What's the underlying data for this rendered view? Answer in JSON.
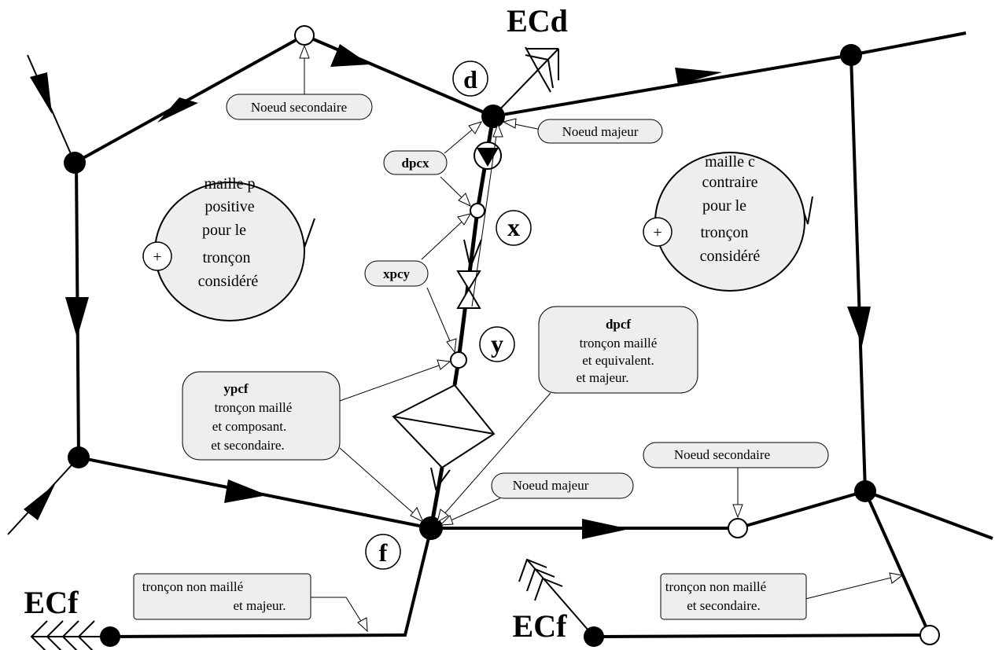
{
  "labels": {
    "ecd": "ECd",
    "ecf_left": "ECf",
    "ecf_right": "ECf",
    "d": "d",
    "x": "x",
    "y": "y",
    "f": "f",
    "plus_left": "+",
    "plus_right": "+"
  },
  "callouts": {
    "noeud_secondaire_top": "Noeud secondaire",
    "noeud_majeur_top": "Noeud majeur",
    "dpcx": "dpcx",
    "xpcy": "xpcy",
    "dpcf_title": "dpcf",
    "dpcf_lines": [
      "tronçon maillé",
      "et equivalent.",
      "et majeur."
    ],
    "ypcf_title": "ypcf",
    "ypcf_lines": [
      "tronçon maillé",
      "et composant.",
      "et secondaire."
    ],
    "noeud_secondaire_right": "Noeud secondaire",
    "noeud_majeur_bottom": "Noeud majeur",
    "non_maille_majeur": [
      "tronçon non maillé",
      "et majeur."
    ],
    "non_maille_secondaire": [
      "tronçon non maillé",
      "et secondaire."
    ]
  },
  "mailles": {
    "left": [
      "maille p",
      "positive",
      "pour le",
      "tronçon",
      "considéré"
    ],
    "right": [
      "maille c",
      "contraire",
      "pour le",
      "tronçon",
      "considéré"
    ]
  }
}
